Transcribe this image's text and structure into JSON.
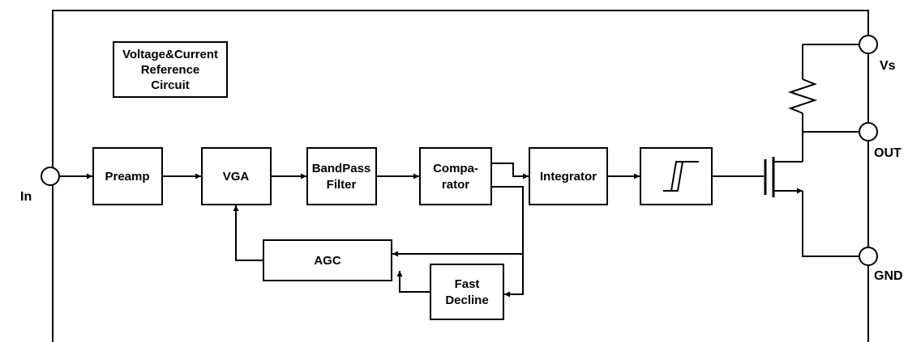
{
  "diagram": {
    "reference_block": {
      "line1": "Voltage&Current",
      "line2": "Reference",
      "line3": "Circuit"
    },
    "blocks": {
      "preamp": "Preamp",
      "vga": "VGA",
      "bandpass_line1": "BandPass",
      "bandpass_line2": "Filter",
      "comparator_line1": "Compa-",
      "comparator_line2": "rator",
      "integrator": "Integrator",
      "agc": "AGC",
      "fast_decline_line1": "Fast",
      "fast_decline_line2": "Decline"
    },
    "pins": {
      "input": "In",
      "supply": "Vs",
      "output": "OUT",
      "ground": "GND"
    }
  }
}
